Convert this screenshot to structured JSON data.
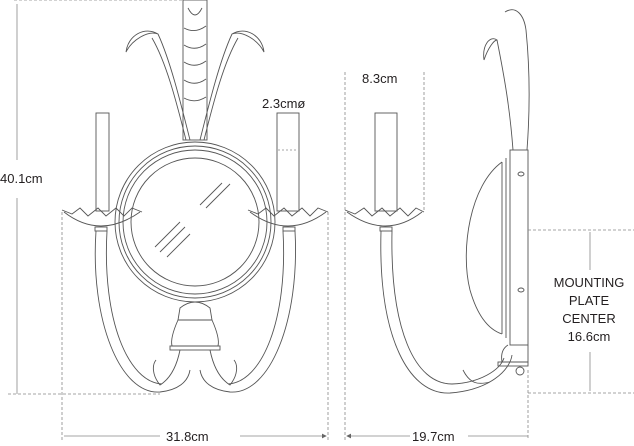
{
  "drawing": {
    "type": "wall sconce dimension drawing",
    "views": [
      "front-view",
      "side-view"
    ],
    "line_color": "#555555",
    "dim_line_color": "#888888",
    "text_color": "#231f20"
  },
  "dimensions": {
    "overall_height": "40.1cm",
    "candle_diameter": "2.3cmø",
    "projection_to_candle": "8.3cm",
    "overall_width": "31.8cm",
    "overall_depth": "19.7cm",
    "mounting_plate": {
      "line1": "MOUNTING",
      "line2": "PLATE",
      "line3": "CENTER",
      "value": "16.6cm"
    }
  }
}
